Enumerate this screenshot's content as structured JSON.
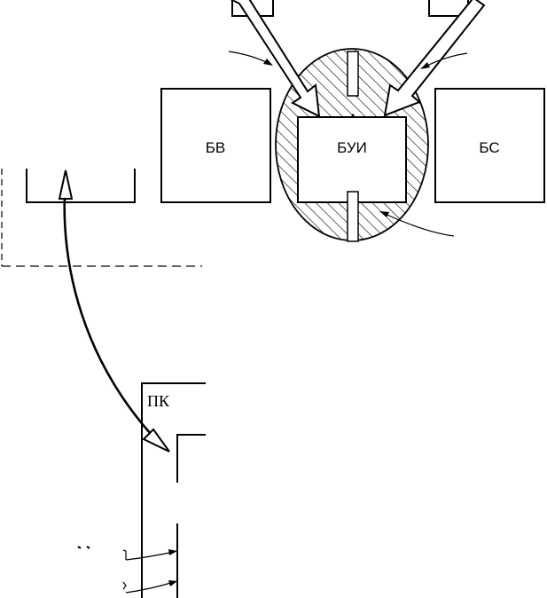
{
  "blocks": {
    "bv": "БВ",
    "bui": "БУИ",
    "bs": "БС",
    "pk": "ПК"
  },
  "colors": {
    "ink": "#000000",
    "background": "#ffffff"
  }
}
